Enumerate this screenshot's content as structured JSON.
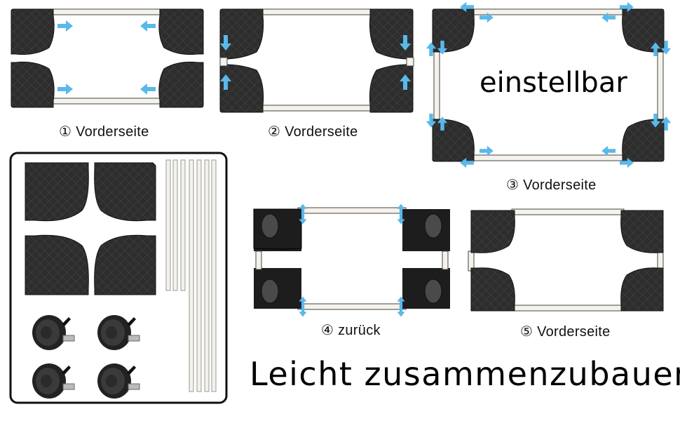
{
  "captions": {
    "step1": "① Vorderseite",
    "step2": "② Vorderseite",
    "step3": "③ Vorderseite",
    "step4": "④ zurück",
    "step5": "⑤ Vorderseite"
  },
  "adjustable_label": "einstellbar",
  "headline": "Leicht zusammenzubauen",
  "colors": {
    "corner": "#2b2b2b",
    "rail": "#f4f2ea",
    "arrow": "#5ab8ea",
    "outline": "#111111"
  }
}
